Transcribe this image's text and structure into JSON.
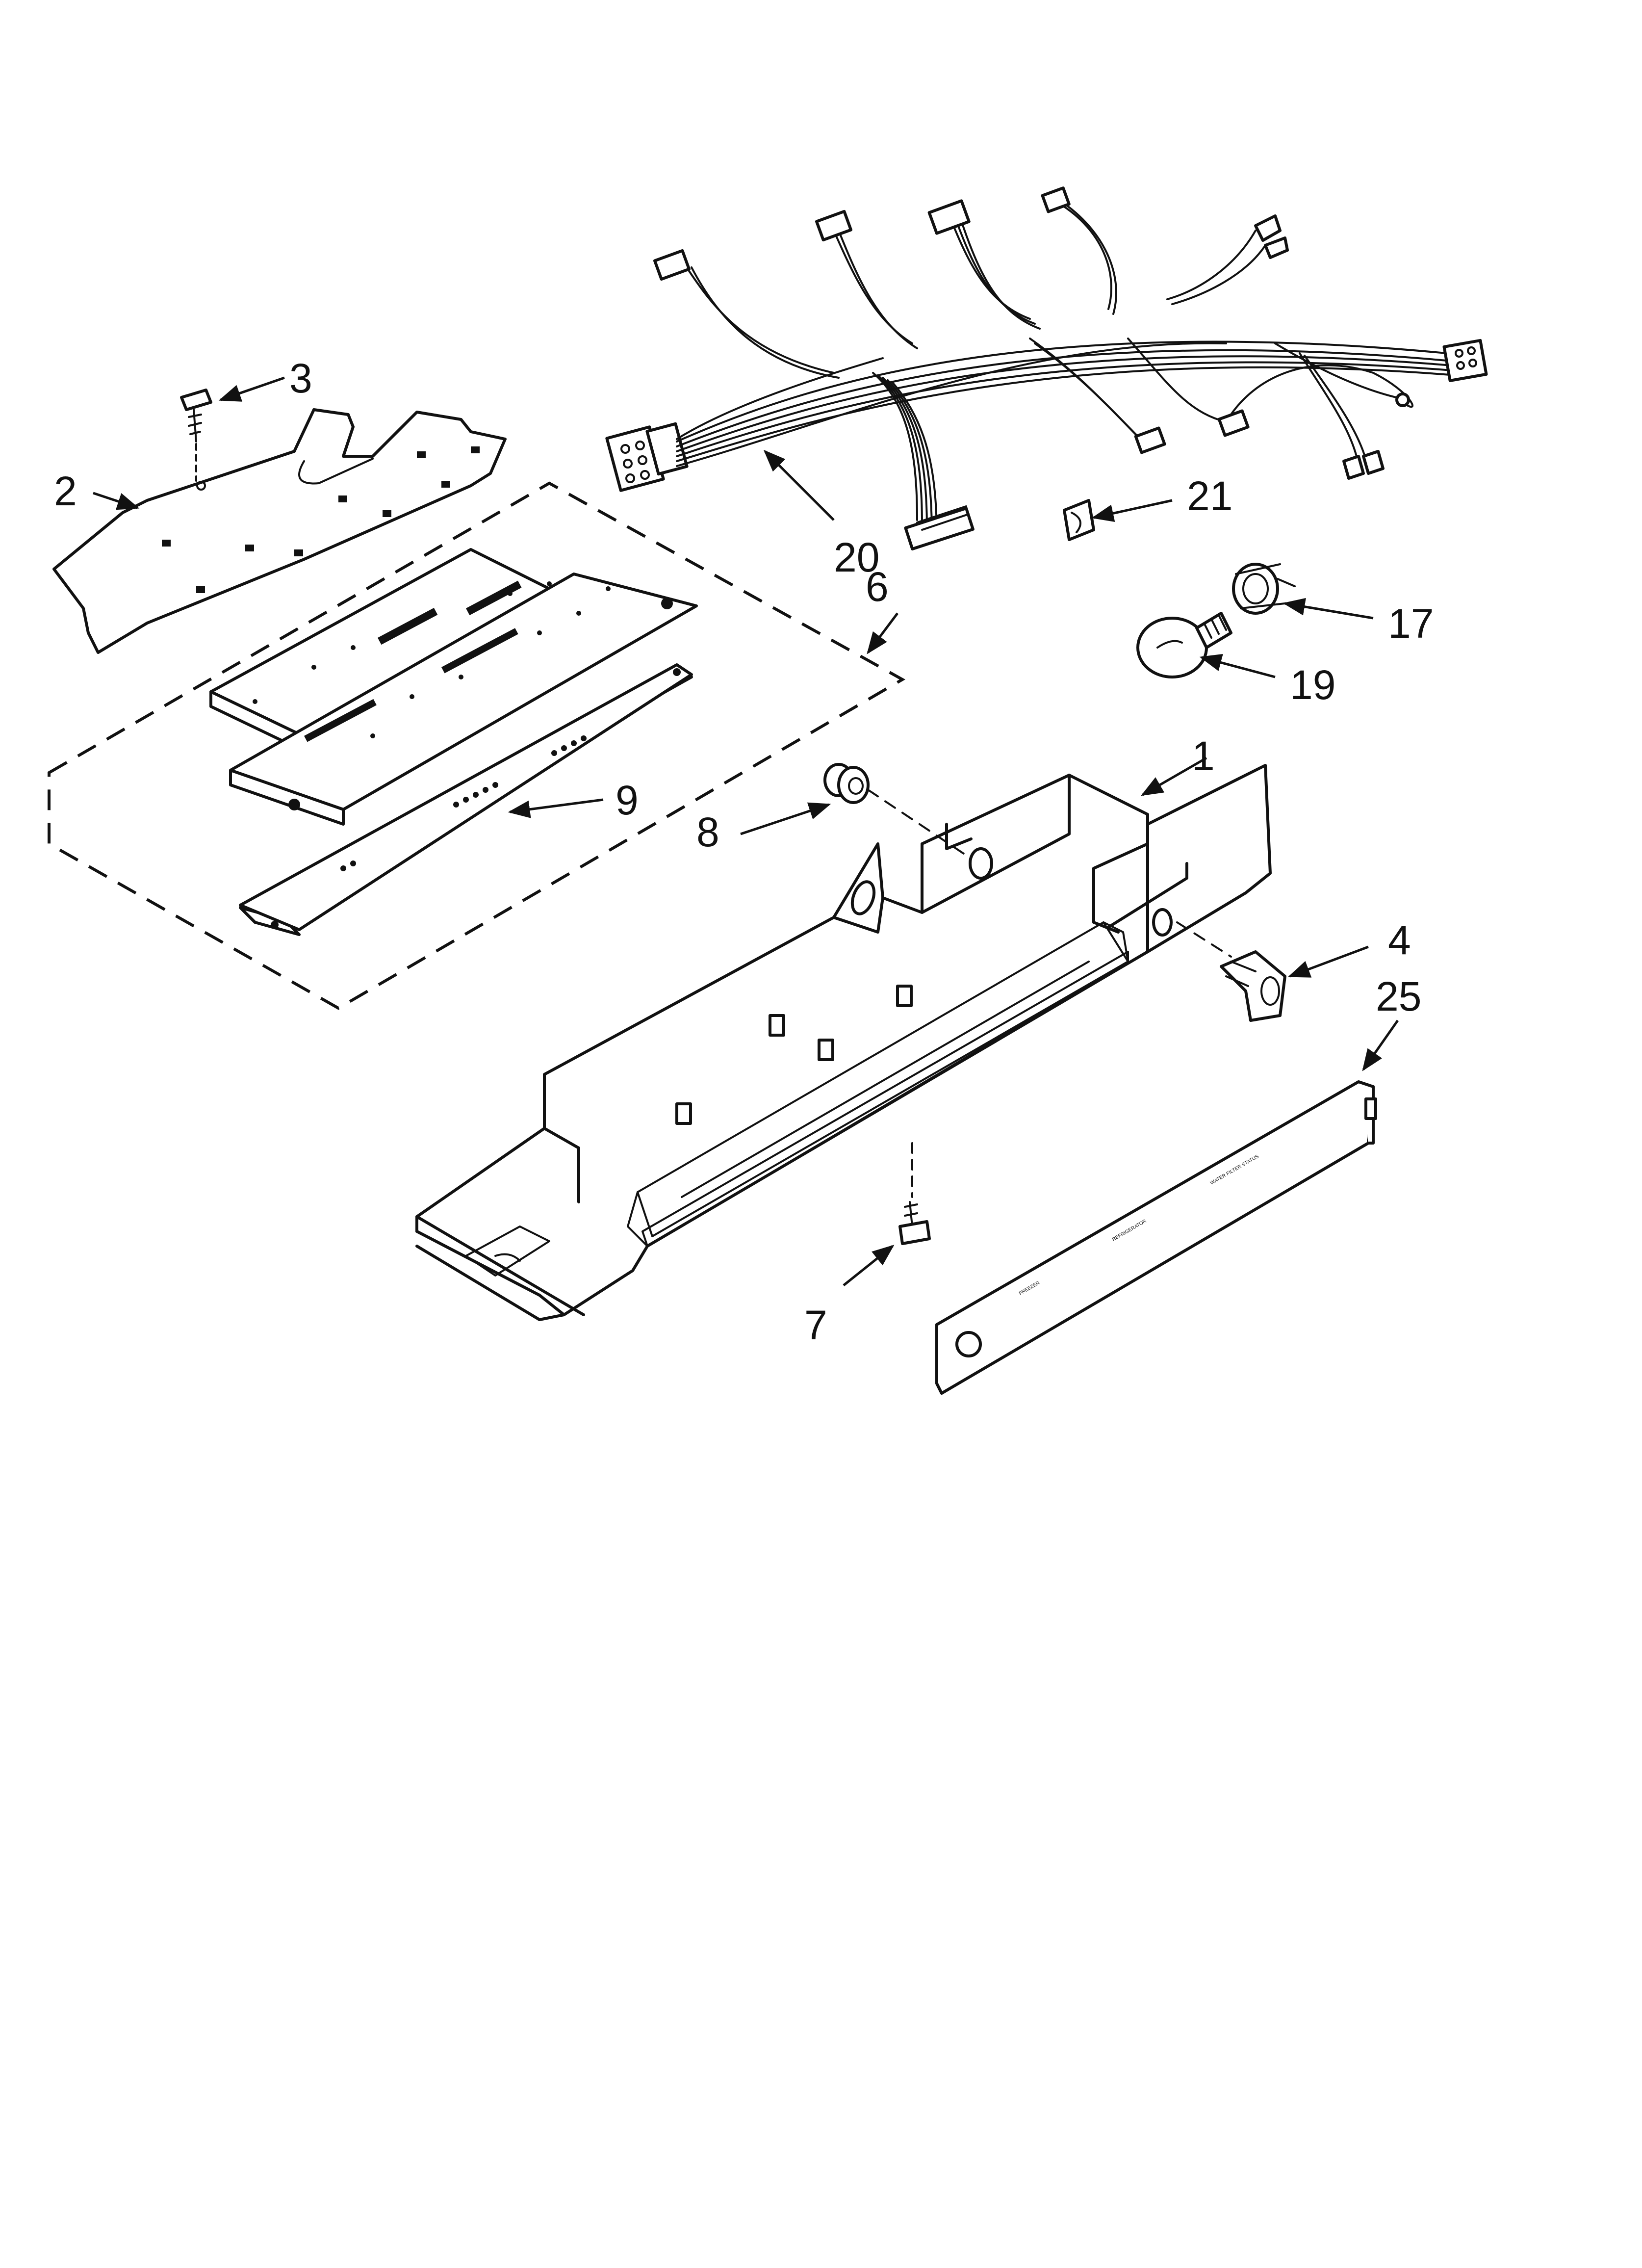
{
  "callouts": {
    "c1": "1",
    "c2": "2",
    "c3": "3",
    "c4": "4",
    "c6": "6",
    "c7": "7",
    "c8": "8",
    "c9": "9",
    "c17": "17",
    "c19": "19",
    "c20": "20",
    "c21": "21",
    "c25": "25"
  },
  "overlay_labels": {
    "freezer": "FREEZER",
    "refrigerator": "REFRIGERATOR",
    "water_filter_status": "WATER FILTER STATUS"
  }
}
